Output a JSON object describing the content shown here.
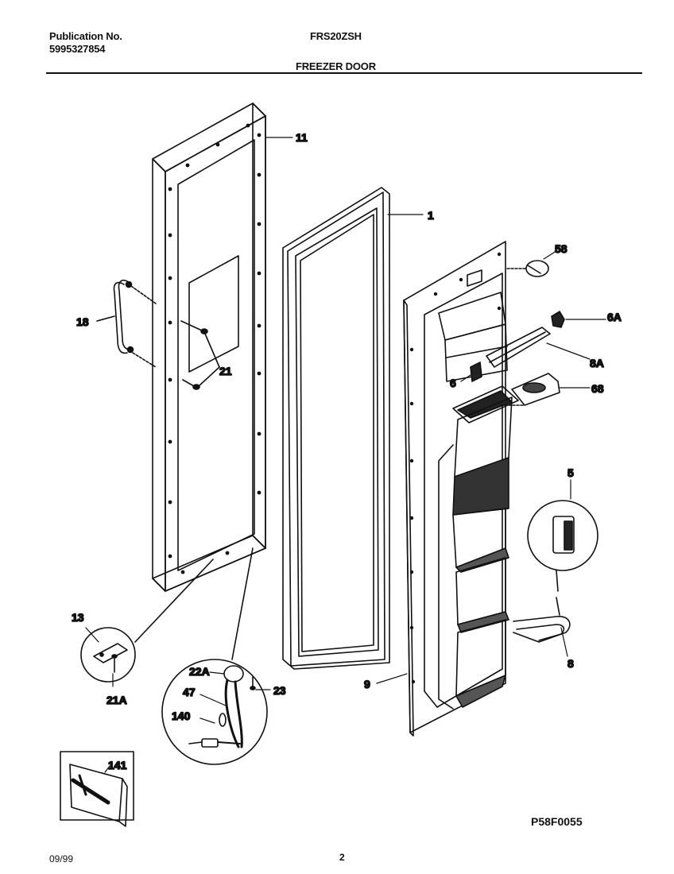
{
  "header": {
    "publication_label": "Publication No.",
    "publication_number": "5995327854",
    "model": "FRS20ZSH",
    "section_title": "FREEZER DOOR"
  },
  "callouts": {
    "c11": "11",
    "c1": "1",
    "c58": "58",
    "c6A": "6A",
    "c18": "18",
    "c21": "21",
    "c8A": "8A",
    "c6": "6",
    "c68": "68",
    "c5": "5",
    "c13": "13",
    "c21A": "21A",
    "c22A": "22A",
    "c23": "23",
    "c47": "47",
    "c140": "140",
    "c9": "9",
    "c8": "8",
    "c141": "141"
  },
  "footer": {
    "drawing_code": "P58F0055",
    "date": "09/99",
    "page": "2"
  }
}
